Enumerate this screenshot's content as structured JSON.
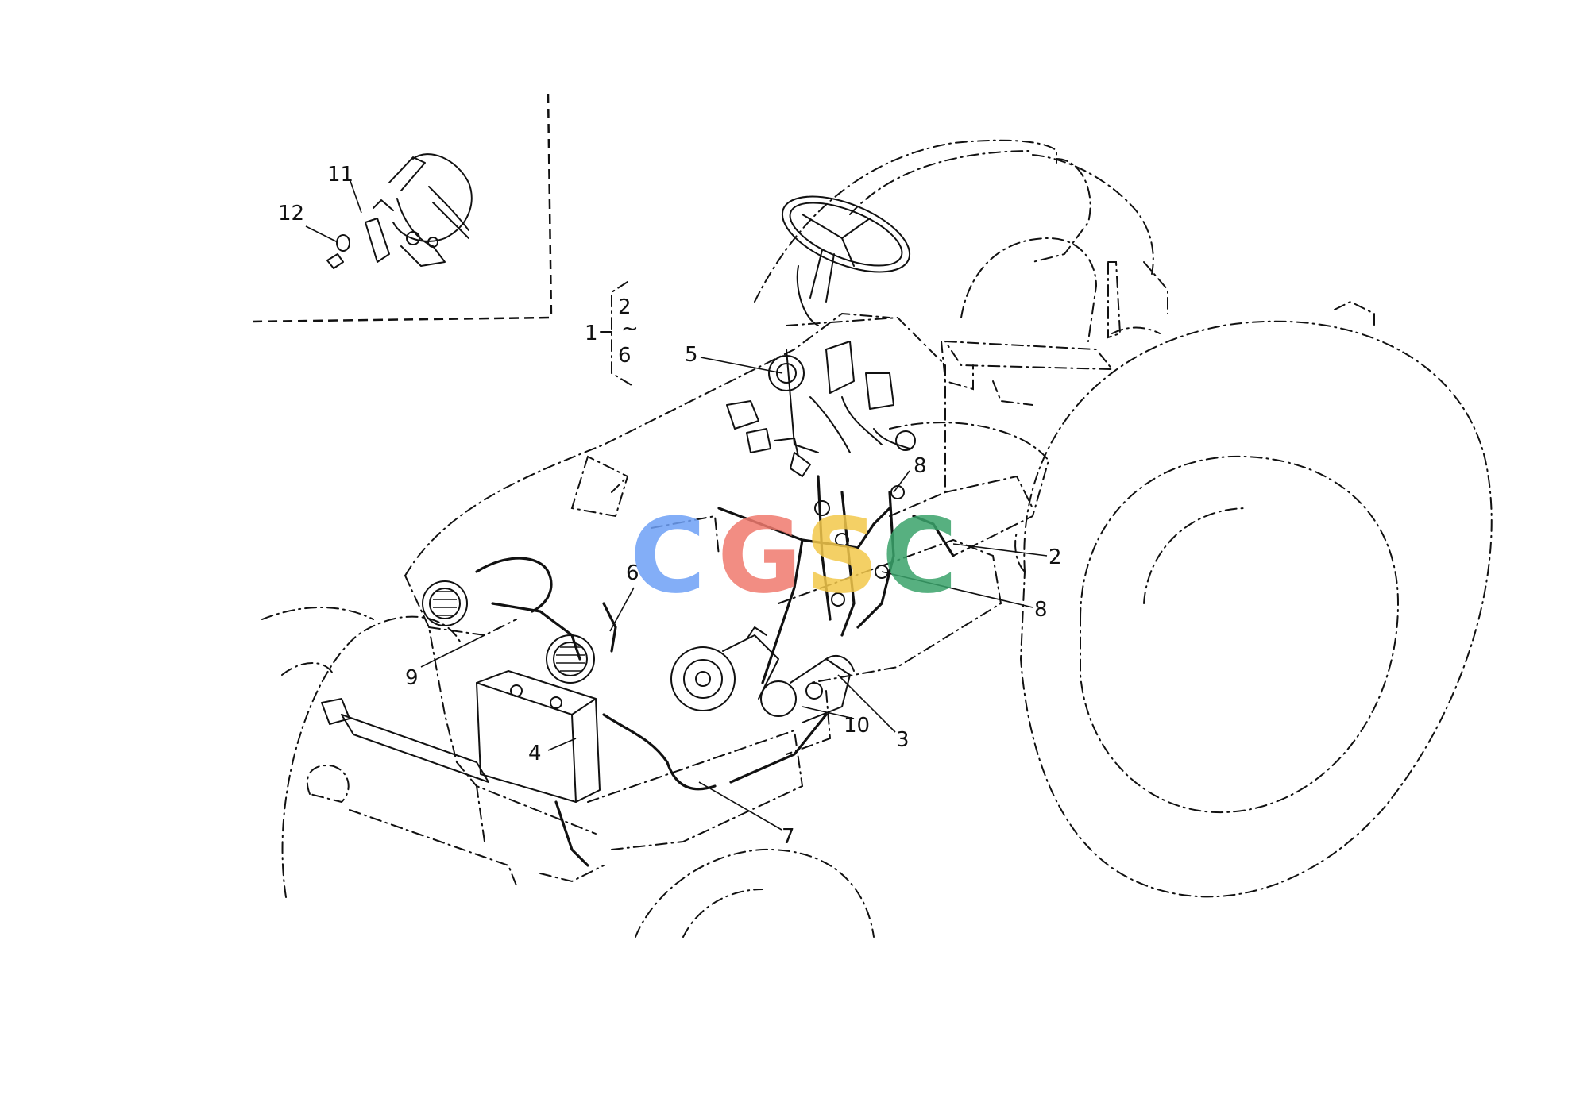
{
  "diagram": {
    "inset_callouts": [
      "11",
      "12"
    ],
    "group_callout": {
      "parent": "1",
      "from": "2",
      "to": "6"
    },
    "callouts": [
      "2",
      "3",
      "4",
      "5",
      "6",
      "7",
      "8",
      "8",
      "9",
      "10"
    ]
  },
  "watermark": {
    "letters": [
      "C",
      "G",
      "S",
      "C"
    ],
    "colors": [
      "#6ea0f6",
      "#f07a6e",
      "#f3c84b",
      "#3aa36b"
    ]
  }
}
